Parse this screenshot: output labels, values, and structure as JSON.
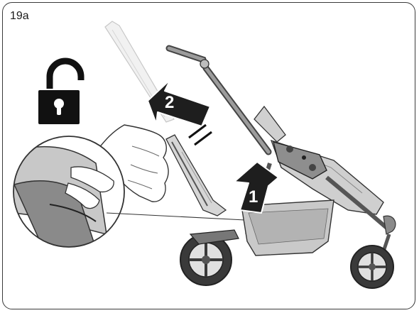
{
  "figure": {
    "step_label": "19a",
    "arrows": [
      {
        "number": "1",
        "meaning": "press"
      },
      {
        "number": "2",
        "meaning": "lift"
      }
    ],
    "icons": [
      "lock-open-icon"
    ],
    "colors": {
      "outline": "#333333",
      "fill_light": "#d9d9d9",
      "fill_mid": "#a8a8a8",
      "fill_dark": "#2a2a2a",
      "arrow": "#1e1e1e"
    }
  }
}
